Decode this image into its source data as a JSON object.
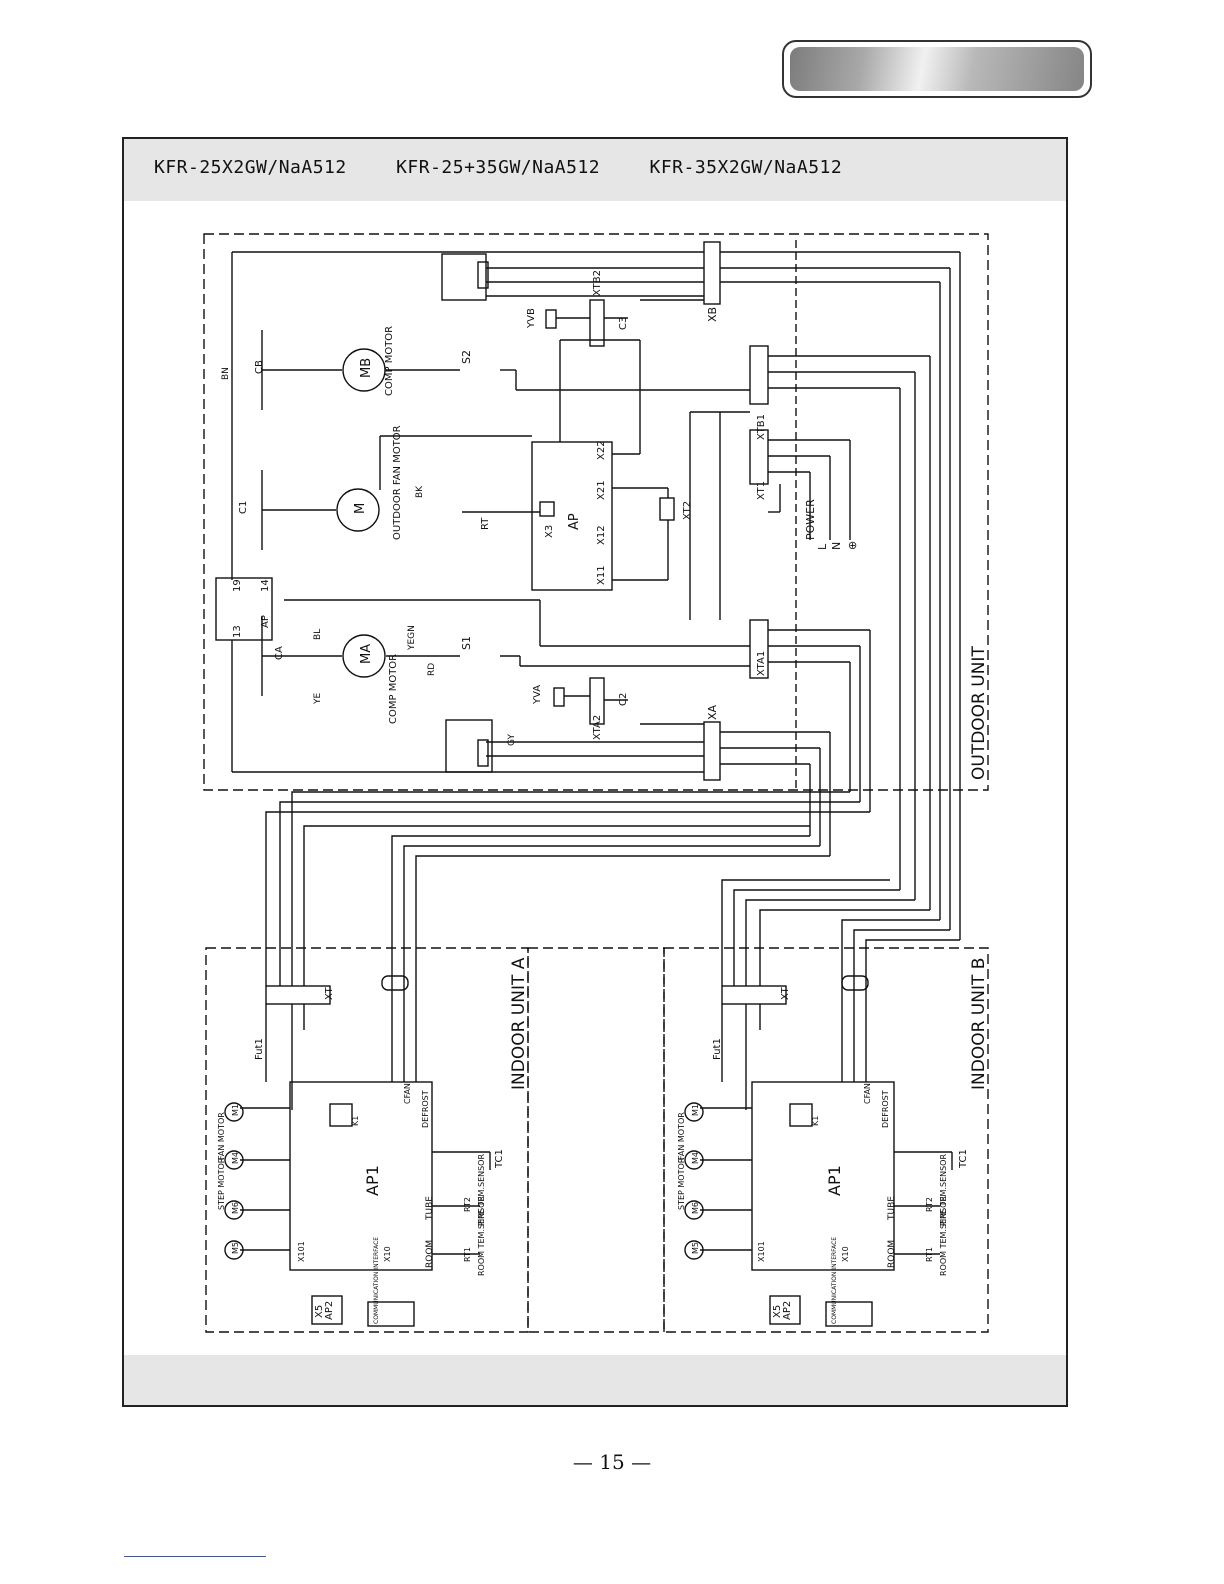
{
  "models": [
    "KFR-25X2GW/NaA512",
    "KFR-25+35GW/NaA512",
    "KFR-35X2GW/NaA512"
  ],
  "page_number": "— 15 —",
  "outdoor": {
    "label": "OUTDOOR UNIT",
    "comp_motor_b": "MB",
    "comp_motor_b_text": "COMP MOTOR",
    "comp_motor_a": "MA",
    "comp_motor_a_text": "COMP MOTOR",
    "fan_motor": "M",
    "fan_motor_text": "OUTDOOR FAN MOTOR",
    "main_board": "AP",
    "board_terminals": [
      "X22",
      "X21",
      "X12",
      "X11",
      "X3"
    ],
    "rt": "RT",
    "s1": "S1",
    "s2": "S2",
    "valve_a": "YVA",
    "valve_b": "YVB",
    "capacitors": [
      "CA",
      "CB",
      "C1",
      "C2",
      "C3"
    ],
    "terminal_blocks": [
      "XTA1",
      "XTA2",
      "XTB1",
      "XTB2",
      "XT1",
      "XT2",
      "XA",
      "XB"
    ],
    "aux_board": "AP",
    "aux_pins": [
      "13",
      "19",
      "14"
    ],
    "power": "POWER",
    "power_lines": [
      "L",
      "N",
      "⊕"
    ],
    "wire_codes": [
      "BN",
      "BL",
      "RD",
      "YE",
      "GY",
      "BK",
      "YEGN"
    ]
  },
  "indoor_a": {
    "label": "INDOOR UNIT A",
    "board": "AP1",
    "aux_board": "AP2",
    "x5": "X5",
    "fuse": "Fut1",
    "transformer": "TC1",
    "fan_motor": "FAN MOTOR",
    "m1": "M1",
    "m4": "M4",
    "m5": "M5",
    "m6": "M6",
    "step_motor": "STEP MOTOR",
    "tube": "TUBE",
    "room": "ROOM",
    "pipe_sensor": "PIPE TEM.SENSOR",
    "room_sensor": "ROOM TEM.SENSOR",
    "rt1": "RT1",
    "rt2": "RT2",
    "x101": "X101",
    "x10": "X10",
    "defrost": "DEFROST",
    "cfan": "CFAN",
    "k1": "K1",
    "comm": "COMMUNICATION INTERFACE",
    "xt": "XT"
  },
  "indoor_b": {
    "label": "INDOOR UNIT B",
    "board": "AP1",
    "aux_board": "AP2",
    "x5": "X5",
    "fuse": "Fut1",
    "transformer": "TC1",
    "fan_motor": "FAN MOTOR",
    "m1": "M1",
    "m4": "M4",
    "m5": "M5",
    "m6": "M6",
    "step_motor": "STEP MOTOR",
    "tube": "TUBE",
    "room": "ROOM",
    "pipe_sensor": "PIPE TEM.SENSOR",
    "room_sensor": "ROOM TEM.SENSOR",
    "rt1": "RT1",
    "rt2": "RT2",
    "x101": "X101",
    "x10": "X10",
    "defrost": "DEFROST",
    "cfan": "CFAN",
    "k1": "K1",
    "comm": "COMMUNICATION INTERFACE",
    "xt": "XT"
  }
}
